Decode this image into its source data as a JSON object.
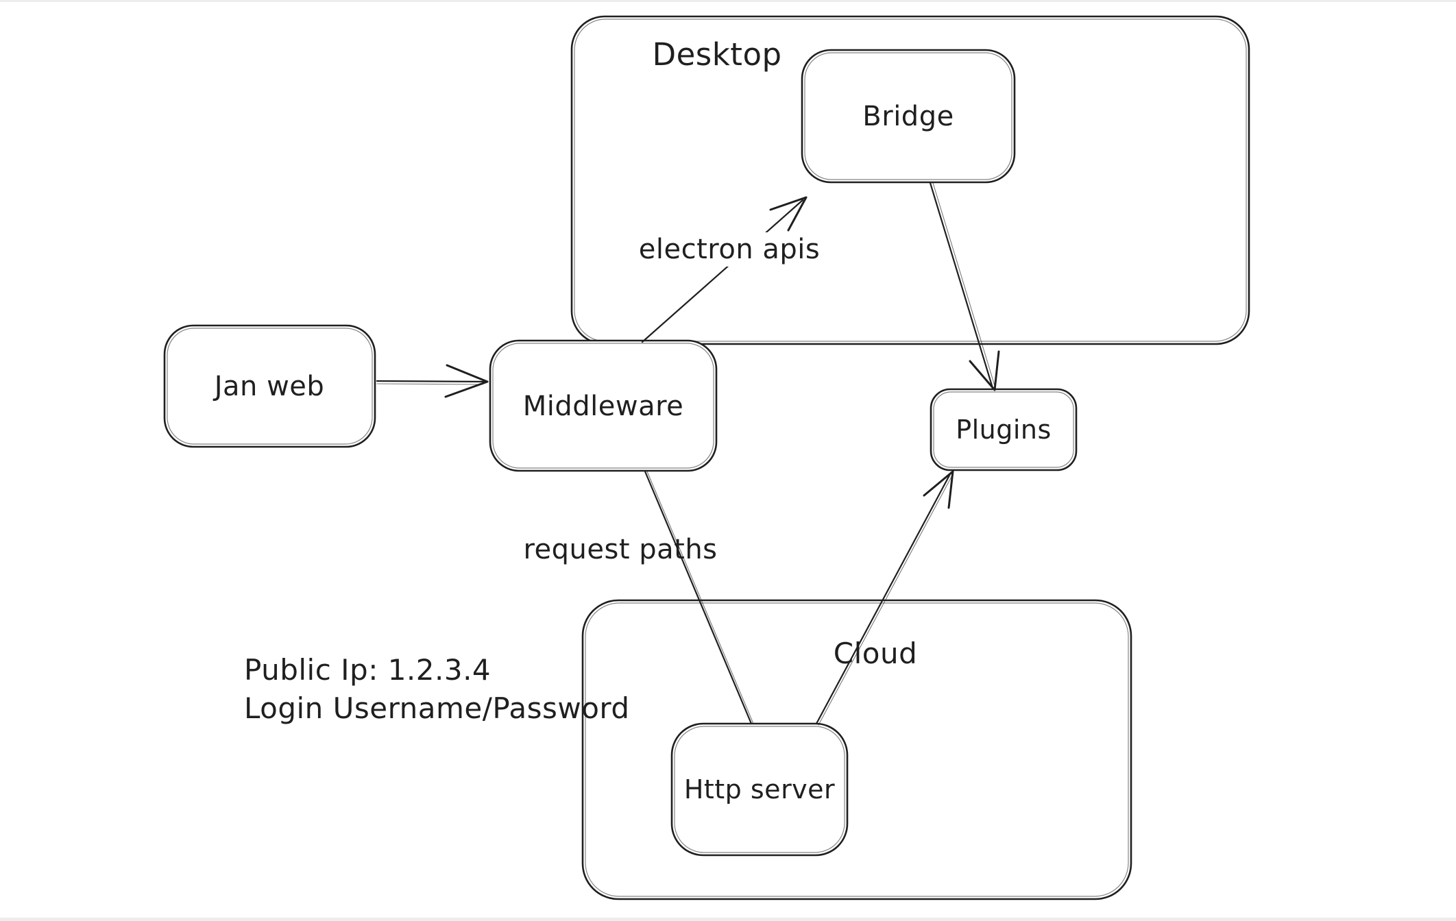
{
  "canvas": {
    "background": "#ffffff",
    "stroke_color": "#1f1f1f",
    "text_color": "#1f1f1f"
  },
  "containers": {
    "desktop": {
      "label": "Desktop"
    },
    "cloud": {
      "label": "Cloud"
    }
  },
  "nodes": {
    "jan_web": {
      "label": "Jan web"
    },
    "middleware": {
      "label": "Middleware"
    },
    "bridge": {
      "label": "Bridge"
    },
    "plugins": {
      "label": "Plugins"
    },
    "http_server": {
      "label": "Http server"
    }
  },
  "edges": {
    "middleware_to_bridge": {
      "label": "electron apis"
    },
    "middleware_to_http_server": {
      "label": "request paths"
    }
  },
  "annotations": {
    "public_ip": {
      "text": "Public Ip: 1.2.3.4"
    },
    "login": {
      "text": "Login Username/Password"
    }
  }
}
